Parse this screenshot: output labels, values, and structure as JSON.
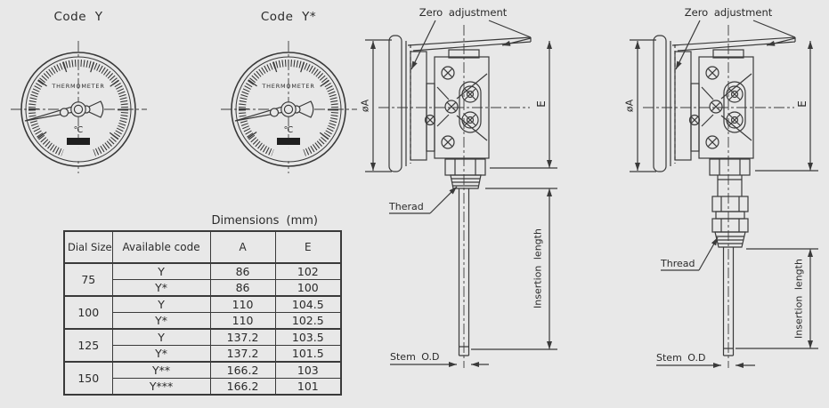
{
  "dials": [
    {
      "code_label": "Code Y",
      "face_text": "THERMOMETER",
      "unit": "℃"
    },
    {
      "code_label": "Code Y*",
      "face_text": "THERMOMETER",
      "unit": "℃"
    }
  ],
  "side_views": [
    {
      "zero_adjustment": "Zero adjustment",
      "dia_label": "øA",
      "e_label": "E",
      "thread": "Therad",
      "insertion_length": "Insertion length",
      "stem_od": "Stem O.D"
    },
    {
      "zero_adjustment": "Zero adjustment",
      "dia_label": "øA",
      "e_label": "E",
      "thread": "Thread",
      "insertion_length": "Insertion length",
      "stem_od": "Stem O.D"
    }
  ],
  "table": {
    "title": "Dimensions (mm)",
    "headers": {
      "dial_size": "Dial Size",
      "code": "Available code",
      "a": "A",
      "e": "E"
    },
    "groups": [
      {
        "size": "75",
        "rows": [
          {
            "code": "Y",
            "a": "86",
            "e": "102"
          },
          {
            "code": "Y*",
            "a": "86",
            "e": "100"
          }
        ]
      },
      {
        "size": "100",
        "rows": [
          {
            "code": "Y",
            "a": "110",
            "e": "104.5"
          },
          {
            "code": "Y*",
            "a": "110",
            "e": "102.5"
          }
        ]
      },
      {
        "size": "125",
        "rows": [
          {
            "code": "Y",
            "a": "137.2",
            "e": "103.5"
          },
          {
            "code": "Y*",
            "a": "137.2",
            "e": "101.5"
          }
        ]
      },
      {
        "size": "150",
        "rows": [
          {
            "code": "Y**",
            "a": "166.2",
            "e": "103"
          },
          {
            "code": "Y***",
            "a": "166.2",
            "e": "101"
          }
        ]
      }
    ]
  },
  "colors": {
    "background": "#e8e8e8",
    "line": "#3a3a3a",
    "text": "#2a2a2a",
    "brand_block": "#1f1f1f"
  }
}
